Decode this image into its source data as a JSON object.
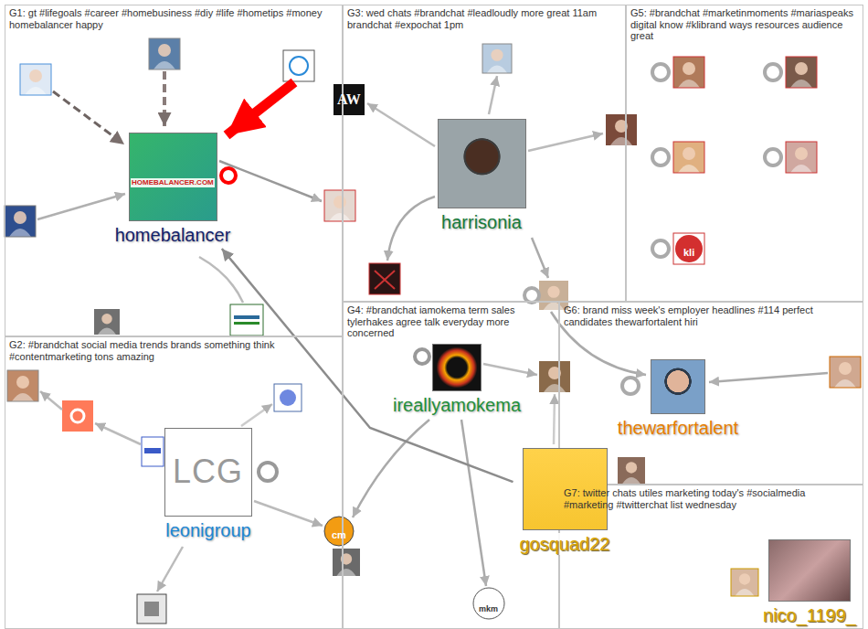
{
  "diagram": {
    "nodes": [
      {
        "text": [
          "G1: gt #lifegoals #career #homebusiness #diy #life #hometips #money homebalancer happy"
        ]
      },
      {
        "text": [
          "G2: #brandchat social media trends brands something think #contentmarketing tons amazing"
        ]
      },
      {
        "text": [
          "G3: wed chats #brandchat #leadloudly more great 11am brandchat #expochat 1pm"
        ]
      },
      {
        "text": [
          "G4: #brandchat iamokema term sales tylerhakes agree talk everyday more concerned"
        ]
      },
      {
        "text": [
          "G5: #brandchat #marketinmoments #mariaspeaks digital know #klibrand ways resources audience great"
        ]
      },
      {
        "text": [
          "G6: brand miss week's employer headlines #114 perfect candidates thewarfortalent hiri"
        ]
      },
      {
        "text": [
          "G7: twitter chats utiles marketing today's #socialmedia #marketing #twitterchat list wednesday"
        ]
      },
      {
        "text": [
          "homebalancer"
        ],
        "in": 0
      },
      {
        "text": [
          "leonigroup"
        ],
        "in": 1
      },
      {
        "text": [
          "harrisonia"
        ],
        "in": 2
      },
      {
        "text": [
          "ireallyamokema"
        ],
        "in": 3
      },
      {
        "text": [
          "gosquad22"
        ],
        "in": 3
      },
      {
        "text": [
          "thewarfortalent"
        ],
        "in": 5
      },
      {
        "text": [
          "nico_1199_"
        ],
        "in": 6
      }
    ],
    "edges": [
      {
        "from": 11,
        "to": 7,
        "arrow": "to"
      }
    ],
    "labels": [
      "HOMEBALANCER.COM",
      "AW",
      "LCG",
      "kli",
      "mkm",
      "cm"
    ]
  }
}
